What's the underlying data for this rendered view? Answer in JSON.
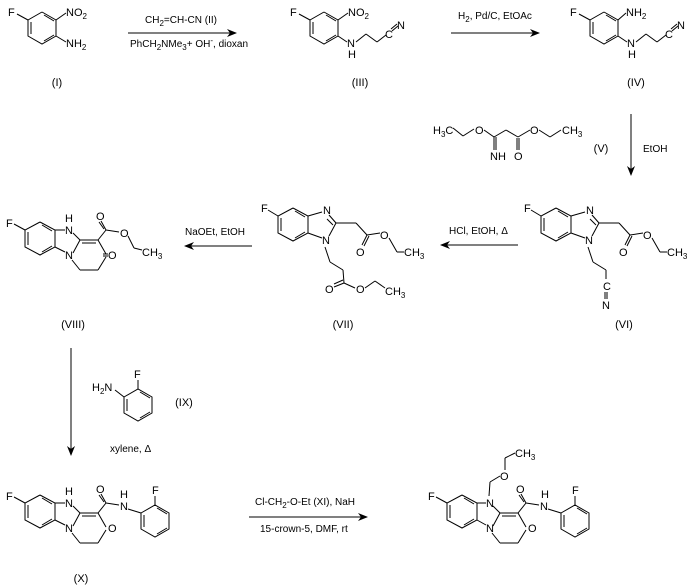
{
  "scheme": {
    "compounds": [
      {
        "id": "I",
        "label": "(I)",
        "name": "4-fluoro-2-nitroaniline"
      },
      {
        "id": "III",
        "label": "(III)",
        "name": "3-(4-fluoro-2-nitroanilino)propanenitrile"
      },
      {
        "id": "IV",
        "label": "(IV)",
        "name": "3-(2-amino-4-fluoroanilino)propanenitrile"
      },
      {
        "id": "V",
        "label": "(V)",
        "name": "ethyl 3-ethoxy-3-iminopropanoate"
      },
      {
        "id": "VI",
        "label": "(VI)",
        "name": "benzimidazole nitrile ester"
      },
      {
        "id": "VII",
        "label": "(VII)",
        "name": "benzimidazole diester"
      },
      {
        "id": "VIII",
        "label": "(VIII)",
        "name": "pyrido[1,2-a]benzimidazole keto ester"
      },
      {
        "id": "IX",
        "label": "(IX)",
        "name": "2-fluoroaniline"
      },
      {
        "id": "X",
        "label": "(X)",
        "name": "N-(2-fluorophenyl) carboxamide"
      },
      {
        "id": "XII",
        "label": "",
        "name": "N-ethoxymethyl product"
      }
    ],
    "atoms": {
      "F": "F",
      "N": "N",
      "H": "H",
      "O": "O",
      "C": "C",
      "NO": "NO",
      "NH": "NH",
      "H2N": "H",
      "CH": "CH",
      "HC": "H",
      "sub2": "2",
      "sub3": "3",
      "CN_N": "N",
      "CN_C": "C"
    },
    "steps": [
      {
        "id": "step1",
        "above": "CH",
        "above_main": "=CH-CN  (II)",
        "above_sub": "2",
        "below": "PhCH",
        "below_sub": "2",
        "below_rest": "NMe",
        "below_sub2": "3",
        "below_tail": "+ OH",
        "below_sup": "-",
        "below_end": ", dioxan"
      },
      {
        "id": "step2",
        "above": "H",
        "above_sub": "2",
        "above_rest": ", Pd/C, EtOAc"
      },
      {
        "id": "step3",
        "reagent_label": "(V)",
        "side": "EtOH"
      },
      {
        "id": "step4",
        "above": "HCl, EtOH, Δ"
      },
      {
        "id": "step5",
        "above": "NaOEt, EtOH"
      },
      {
        "id": "step6",
        "reagent_label": "(IX)",
        "below": "xylene, Δ"
      },
      {
        "id": "step7",
        "above": "Cl-CH",
        "above_sub": "2",
        "above_rest": "-O-Et  (XI), NaH",
        "below": "15-crown-5, DMF, rt"
      }
    ]
  }
}
